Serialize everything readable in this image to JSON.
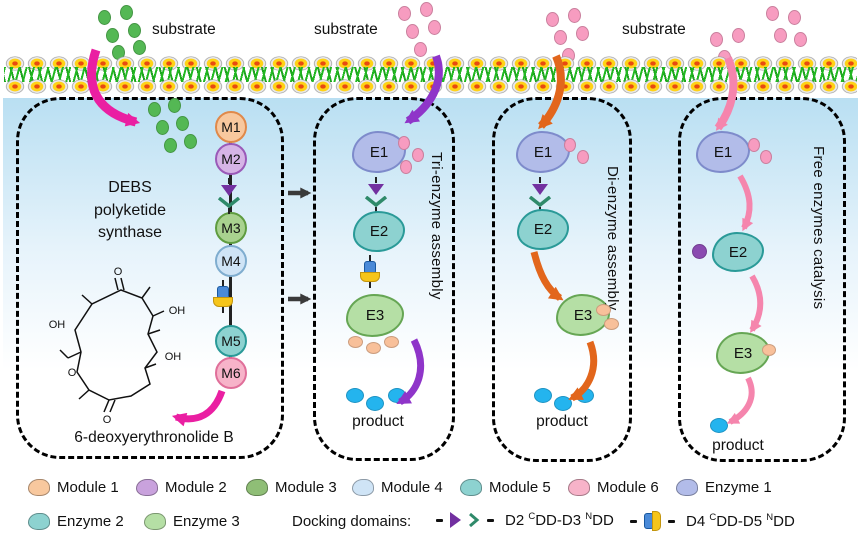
{
  "top": {
    "substrate_labels": [
      "substrate",
      "substrate",
      "substrate"
    ]
  },
  "panel1": {
    "title": "DEBS\npolyketide\nsynthase",
    "modules": [
      {
        "label": "M1",
        "fill": "#f8c89e"
      },
      {
        "label": "M2",
        "fill": "#d6b4e6"
      },
      {
        "label": "M3",
        "fill": "#a9d28f"
      },
      {
        "label": "M4",
        "fill": "#cfe4f6"
      },
      {
        "label": "M5",
        "fill": "#8dd2d0"
      },
      {
        "label": "M6",
        "fill": "#f7b3c9"
      }
    ],
    "chem_labels": {
      "ketone_o": "O",
      "lactone_o": "O",
      "ester_o": "O",
      "oh_right": "OH",
      "oh_mid": "OH",
      "oh_left": "OH"
    },
    "product_label": "6-deoxyerythronolide B"
  },
  "panel2": {
    "title": "Tri-enzyme assembly",
    "enzymes": [
      "E1",
      "E2",
      "E3"
    ],
    "product_label": "product"
  },
  "panel3": {
    "title": "Di-enzyme assembly",
    "enzymes": [
      "E1",
      "E2",
      "E3"
    ],
    "product_label": "product"
  },
  "panel4": {
    "title": "Free enzymes catalysis",
    "enzymes": [
      "E1",
      "E2",
      "E3"
    ],
    "product_label": "product"
  },
  "enzyme_fills": {
    "e1": "#b2bce9",
    "e2": "#8dd2d0",
    "e3": "#b5dfa5"
  },
  "arrow_colors": {
    "magenta": "#ea1fa2",
    "purple": "#8f35c9",
    "orange": "#e2661c",
    "pink": "#f585ad",
    "dark": "#3a3a3a"
  },
  "legend": {
    "items": [
      {
        "label": "Module 1",
        "fill": "#f8c89e"
      },
      {
        "label": "Module 2",
        "fill": "#c9a2dd"
      },
      {
        "label": "Module 3",
        "fill": "#8fbe76"
      },
      {
        "label": "Module 4",
        "fill": "#cfe4f6"
      },
      {
        "label": "Module 5",
        "fill": "#8dd2d0"
      },
      {
        "label": "Module 6",
        "fill": "#f7b3c9"
      },
      {
        "label": "Enzyme 1",
        "fill": "#b2bce9"
      },
      {
        "label": "Enzyme 2",
        "fill": "#8dd2d0"
      },
      {
        "label": "Enzyme 3",
        "fill": "#b5dfa5"
      }
    ],
    "docking_label": "Docking domains:",
    "docking": [
      {
        "pre": "D2 ",
        "sup1": "C",
        "mid": "DD-D3 ",
        "sup2": "N",
        "post": "DD"
      },
      {
        "pre": "D4 ",
        "sup1": "C",
        "mid": "DD-D5 ",
        "sup2": "N",
        "post": "DD"
      }
    ]
  },
  "dots": [
    {
      "name": "substrate-green-dot",
      "color": "#54b854",
      "size": [
        13,
        15
      ],
      "pts": [
        [
          98,
          10
        ],
        [
          120,
          5
        ],
        [
          106,
          28
        ],
        [
          128,
          23
        ],
        [
          112,
          45
        ],
        [
          133,
          40
        ]
      ]
    },
    {
      "name": "substrate-green-dot",
      "color": "#54b854",
      "size": [
        13,
        15
      ],
      "pts": [
        [
          148,
          102
        ],
        [
          168,
          98
        ],
        [
          156,
          120
        ],
        [
          176,
          116
        ],
        [
          164,
          138
        ],
        [
          184,
          134
        ]
      ]
    },
    {
      "name": "substrate-pink-dot",
      "color": "#f79cc0",
      "size": [
        13,
        15
      ],
      "pts": [
        [
          398,
          6
        ],
        [
          420,
          2
        ],
        [
          406,
          24
        ],
        [
          428,
          20
        ],
        [
          414,
          42
        ]
      ]
    },
    {
      "name": "substrate-pink-dot",
      "color": "#f79cc0",
      "size": [
        12,
        14
      ],
      "pts": [
        [
          398,
          136
        ],
        [
          412,
          148
        ],
        [
          400,
          160
        ]
      ]
    },
    {
      "name": "substrate-pink-dot",
      "color": "#f79cc0",
      "size": [
        13,
        15
      ],
      "pts": [
        [
          546,
          12
        ],
        [
          568,
          8
        ],
        [
          554,
          30
        ],
        [
          576,
          26
        ],
        [
          562,
          48
        ]
      ]
    },
    {
      "name": "substrate-pink-dot",
      "color": "#f79cc0",
      "size": [
        12,
        14
      ],
      "pts": [
        [
          564,
          138
        ],
        [
          577,
          150
        ]
      ]
    },
    {
      "name": "substrate-pink-dot",
      "color": "#f79cc0",
      "size": [
        13,
        15
      ],
      "pts": [
        [
          710,
          32
        ],
        [
          732,
          28
        ],
        [
          718,
          50
        ]
      ]
    },
    {
      "name": "substrate-pink-dot",
      "color": "#f79cc0",
      "size": [
        13,
        15
      ],
      "pts": [
        [
          766,
          6
        ],
        [
          788,
          10
        ],
        [
          774,
          28
        ],
        [
          794,
          32
        ]
      ]
    },
    {
      "name": "substrate-pink-dot",
      "color": "#f79cc0",
      "size": [
        12,
        14
      ],
      "pts": [
        [
          748,
          138
        ],
        [
          760,
          150
        ]
      ]
    },
    {
      "name": "intermediate-peach-dot",
      "color": "#f8c09a",
      "size": [
        15,
        12
      ],
      "pts": [
        [
          348,
          336
        ],
        [
          366,
          342
        ],
        [
          384,
          336
        ]
      ]
    },
    {
      "name": "intermediate-peach-dot",
      "color": "#f8c09a",
      "size": [
        15,
        12
      ],
      "pts": [
        [
          596,
          304
        ],
        [
          604,
          318
        ]
      ]
    },
    {
      "name": "intermediate-peach-dot",
      "color": "#f8c09a",
      "size": [
        14,
        12
      ],
      "pts": [
        [
          762,
          344
        ]
      ]
    },
    {
      "name": "module2-purple-dot",
      "color": "#8a4ab0",
      "size": [
        15,
        15
      ],
      "pts": [
        [
          692,
          244
        ]
      ]
    },
    {
      "name": "product-blue-drop",
      "color": "#24b4ee",
      "size": [
        18,
        15
      ],
      "pts": [
        [
          346,
          388
        ],
        [
          366,
          396
        ],
        [
          388,
          388
        ]
      ]
    },
    {
      "name": "product-blue-drop",
      "color": "#24b4ee",
      "size": [
        18,
        15
      ],
      "pts": [
        [
          534,
          388
        ],
        [
          554,
          396
        ],
        [
          576,
          388
        ]
      ]
    },
    {
      "name": "product-blue-drop",
      "color": "#24b4ee",
      "size": [
        18,
        15
      ],
      "pts": [
        [
          710,
          418
        ]
      ]
    }
  ]
}
